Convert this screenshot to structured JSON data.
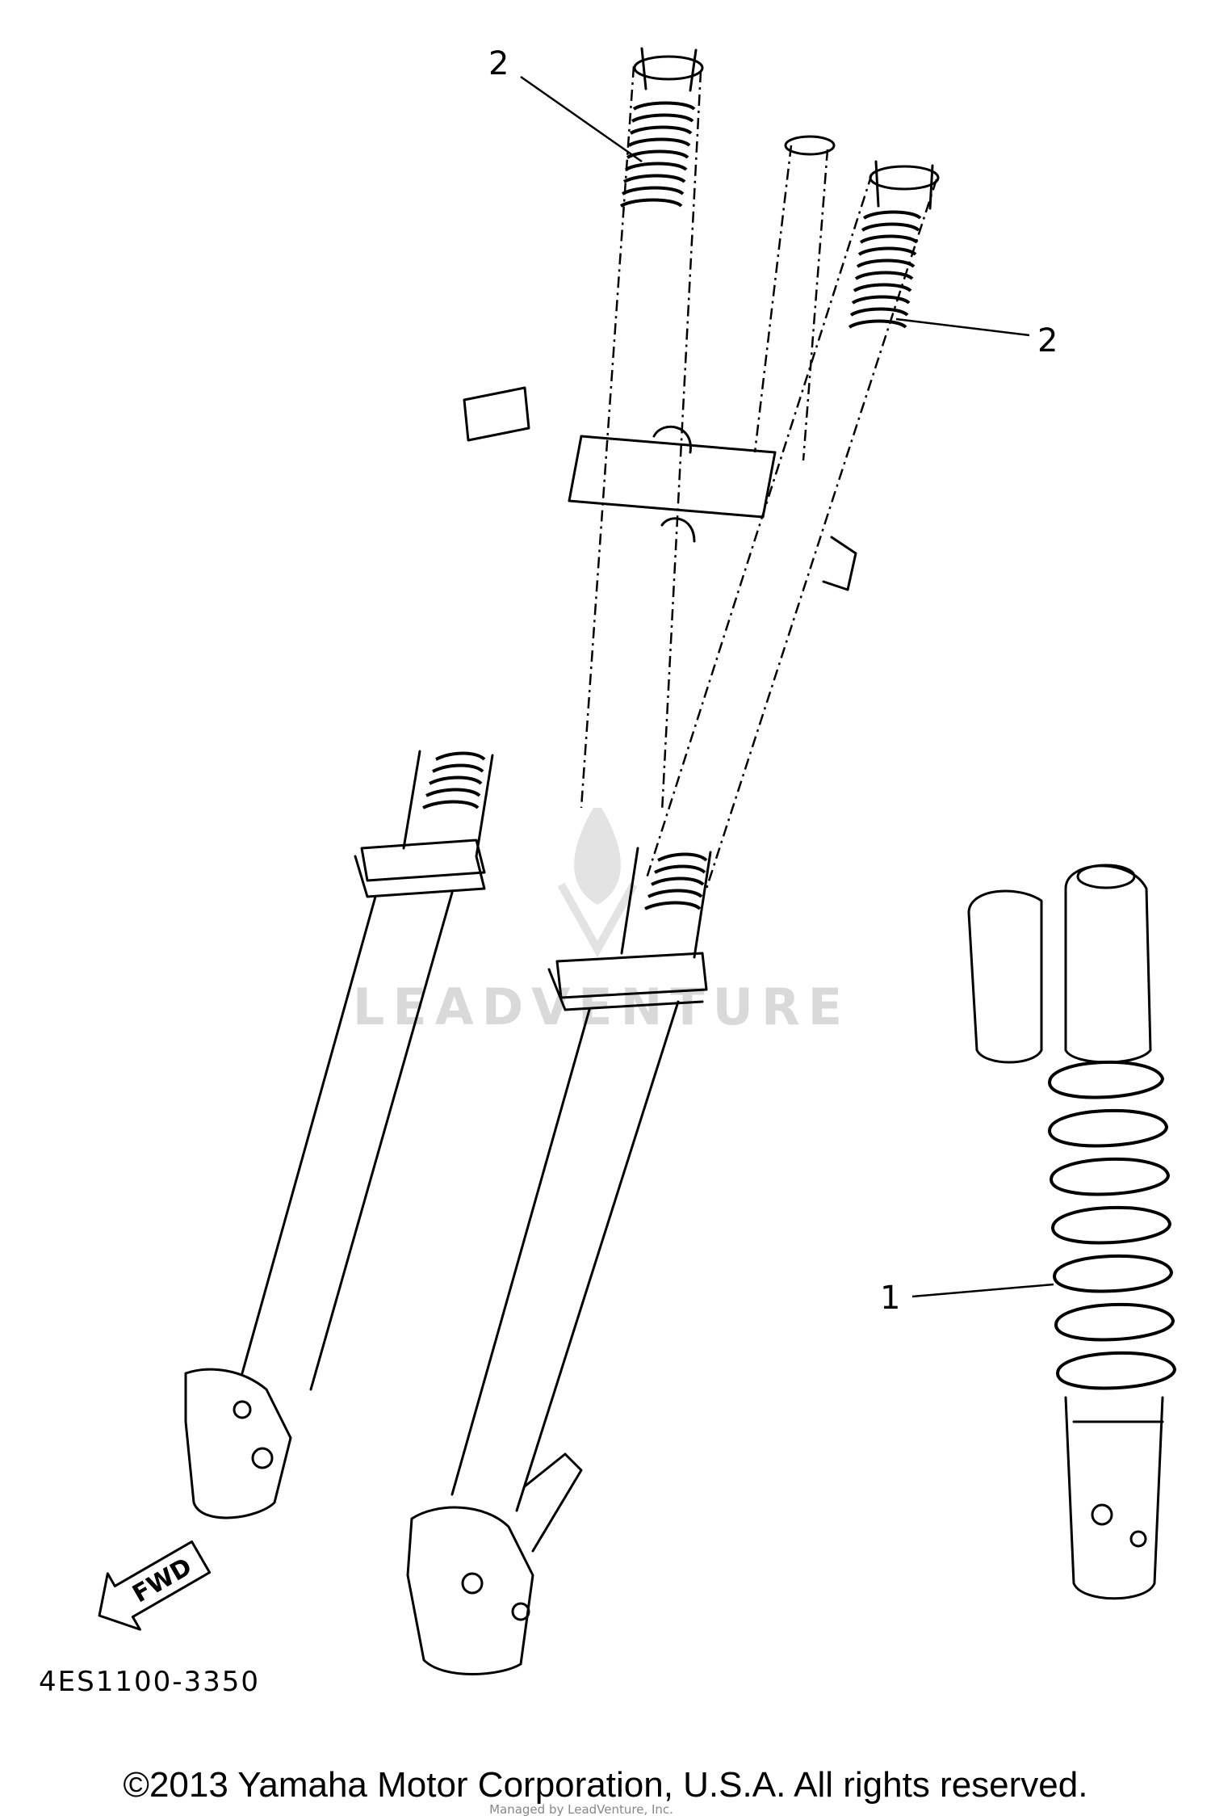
{
  "diagram": {
    "callouts": [
      {
        "id": "callout-spring-left",
        "label": "2"
      },
      {
        "id": "callout-spring-right",
        "label": "2"
      },
      {
        "id": "callout-shock-spring",
        "label": "1"
      }
    ],
    "direction_label": "FWD",
    "diagram_code": "4ES1100-3350",
    "watermark_text": "LEADVENTURE",
    "watermark_small": "Managed by LeadVenture, Inc.",
    "copyright": "©2013 Yamaha Motor Corporation, U.S.A. All rights reserved."
  }
}
